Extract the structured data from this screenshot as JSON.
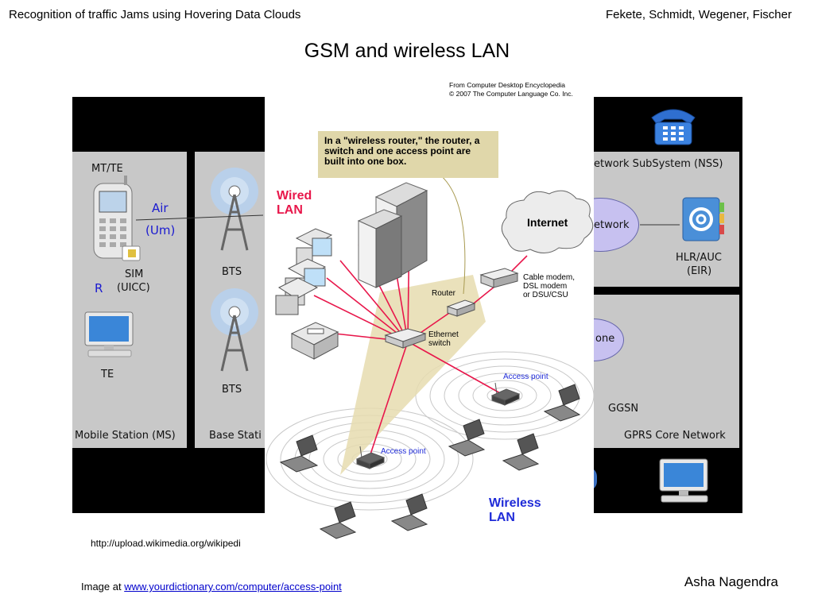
{
  "header": {
    "left": "Recognition of traffic Jams using Hovering Data Clouds",
    "right": "Fekete, Schmidt, Wegener, Fischer"
  },
  "title": "GSM and wireless LAN",
  "gsm": {
    "mt_te": "MT/TE",
    "air": "Air",
    "um": "(Um)",
    "r": "R",
    "sim": "SIM",
    "uicc": "(UICC)",
    "te": "TE",
    "bts": "BTS",
    "mobile_station": "Mobile Station (MS)",
    "base_station": "Base Stati",
    "nss": "etwork SubSystem (NSS)",
    "network": "etwork",
    "hlr": "HLR/AUC",
    "eir": "(EIR)",
    "one": "one",
    "ggsn": "GGSN",
    "gprs": "GPRS Core Network",
    "url": "http://upload.wikimedia.org/wikipedi"
  },
  "wlan": {
    "credit_1": "From Computer Desktop Encyclopedia",
    "credit_2": "© 2007 The Computer Language Co. Inc.",
    "note": "In a \"wireless router,\" the router, a switch and one access point are built into one box.",
    "wired_1": "Wired",
    "wired_2": "LAN",
    "internet": "Internet",
    "cable_1": "Cable modem,",
    "cable_2": "DSL modem",
    "cable_3": "or DSU/CSU",
    "router": "Router",
    "ethernet_1": "Ethernet",
    "ethernet_2": "switch",
    "ap": "Access point",
    "wireless_1": "Wireless",
    "wireless_2": "LAN"
  },
  "caption": {
    "prefix": "Image at ",
    "link": "www.yourdictionary.com/computer/access-point"
  },
  "author": "Asha Nagendra",
  "colors": {
    "wired_red": "#e8174b",
    "wireless_blue": "#1f2bd8",
    "note_bg": "#e0d7aa",
    "cone": "#e6dcaf",
    "gsm_blue": "#1a1ad0"
  }
}
